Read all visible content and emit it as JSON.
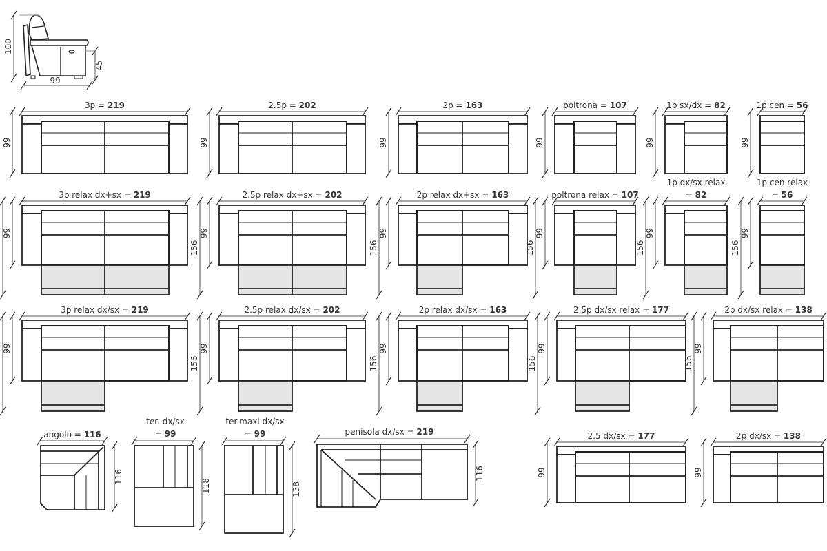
{
  "side_view": {
    "height": "100",
    "seat_height": "45",
    "depth": "99"
  },
  "modules": [
    {
      "lines": [
        "3p ="
      ],
      "value": "219",
      "heights": [
        "99"
      ]
    },
    {
      "lines": [
        "2.5p ="
      ],
      "value": "202",
      "heights": [
        "99"
      ]
    },
    {
      "lines": [
        "2p ="
      ],
      "value": "163",
      "heights": [
        "99"
      ]
    },
    {
      "lines": [
        "poltrona ="
      ],
      "value": "107",
      "heights": [
        "99"
      ]
    },
    {
      "lines": [
        "1p sx/dx ="
      ],
      "value": "82",
      "heights": [
        "99"
      ]
    },
    {
      "lines": [
        "1p cen ="
      ],
      "value": "56",
      "heights": [
        "99"
      ]
    },
    {
      "lines": [
        "3p relax dx+sx ="
      ],
      "value": "219",
      "heights": [
        "99",
        "156"
      ]
    },
    {
      "lines": [
        "2.5p relax dx+sx ="
      ],
      "value": "202",
      "heights": [
        "99",
        "156"
      ]
    },
    {
      "lines": [
        "2p relax dx+sx ="
      ],
      "value": "163",
      "heights": [
        "99",
        "156"
      ]
    },
    {
      "lines": [
        "poltrona relax ="
      ],
      "value": "107",
      "heights": [
        "99",
        "156"
      ]
    },
    {
      "lines": [
        "1p dx/sx relax",
        "="
      ],
      "value": "82",
      "heights": [
        "99",
        "156"
      ]
    },
    {
      "lines": [
        "1p cen relax",
        "="
      ],
      "value": "56",
      "heights": [
        "99",
        "156"
      ]
    },
    {
      "lines": [
        "3p relax dx/sx ="
      ],
      "value": "219",
      "heights": [
        "99",
        "156"
      ]
    },
    {
      "lines": [
        "2.5p relax dx/sx ="
      ],
      "value": "202",
      "heights": [
        "99",
        "156"
      ]
    },
    {
      "lines": [
        "2p relax dx/sx ="
      ],
      "value": "163",
      "heights": [
        "99",
        "156"
      ]
    },
    {
      "lines": [
        "2,5p dx/sx relax ="
      ],
      "value": "177",
      "heights": [
        "99",
        "156"
      ]
    },
    {
      "lines": [
        "2p dx/sx relax ="
      ],
      "value": "138",
      "heights": [
        "99",
        "156"
      ]
    },
    {
      "lines": [
        "angolo ="
      ],
      "value": "116",
      "heights": [
        "116"
      ]
    },
    {
      "lines": [
        "ter. dx/sx",
        "="
      ],
      "value": "99",
      "heights": [
        "118"
      ]
    },
    {
      "lines": [
        "ter.maxi dx/sx",
        "="
      ],
      "value": "99",
      "heights": [
        "138"
      ]
    },
    {
      "lines": [
        "penisola dx/sx ="
      ],
      "value": "219",
      "heights": [
        "116"
      ]
    },
    {
      "lines": [
        "2.5 dx/sx ="
      ],
      "value": "177",
      "heights": [
        "99"
      ]
    },
    {
      "lines": [
        "2p dx/sx ="
      ],
      "value": "138",
      "heights": [
        "99"
      ]
    }
  ]
}
